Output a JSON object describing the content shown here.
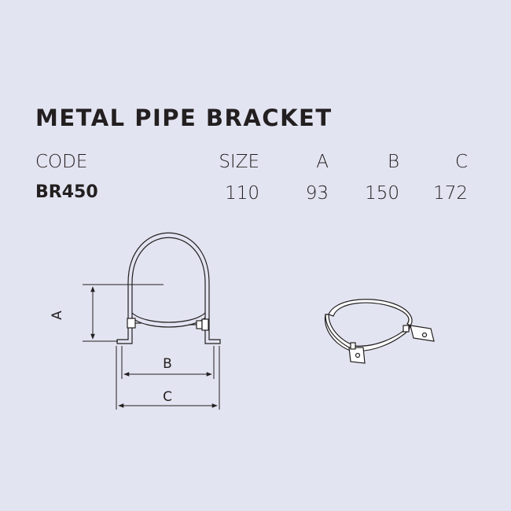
{
  "title": "METAL PIPE BRACKET",
  "table": {
    "headers": [
      "CODE",
      "SIZE",
      "A",
      "B",
      "C"
    ],
    "row": [
      "BR450",
      "110",
      "93",
      "150",
      "172"
    ]
  },
  "diagram": {
    "label_a": "A",
    "label_b": "B",
    "label_c": "C"
  },
  "colors": {
    "background": "#e3e4f1",
    "ink": "#231f20"
  }
}
